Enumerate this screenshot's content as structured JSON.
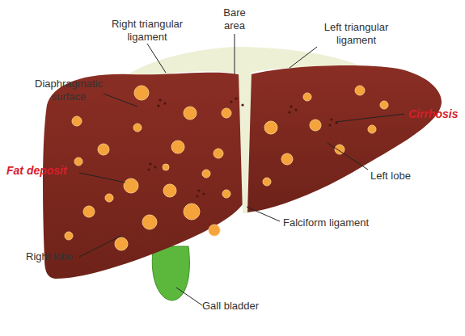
{
  "diagram": {
    "labels": [
      "Right triangular ligament",
      "Bare area",
      "Left triangular ligament",
      "Diaphragmatic surface",
      "Cirrhosis",
      "Fat deposit",
      "Left lobe",
      "Falciform ligament",
      "Right lobe",
      "Gall bladder"
    ]
  }
}
